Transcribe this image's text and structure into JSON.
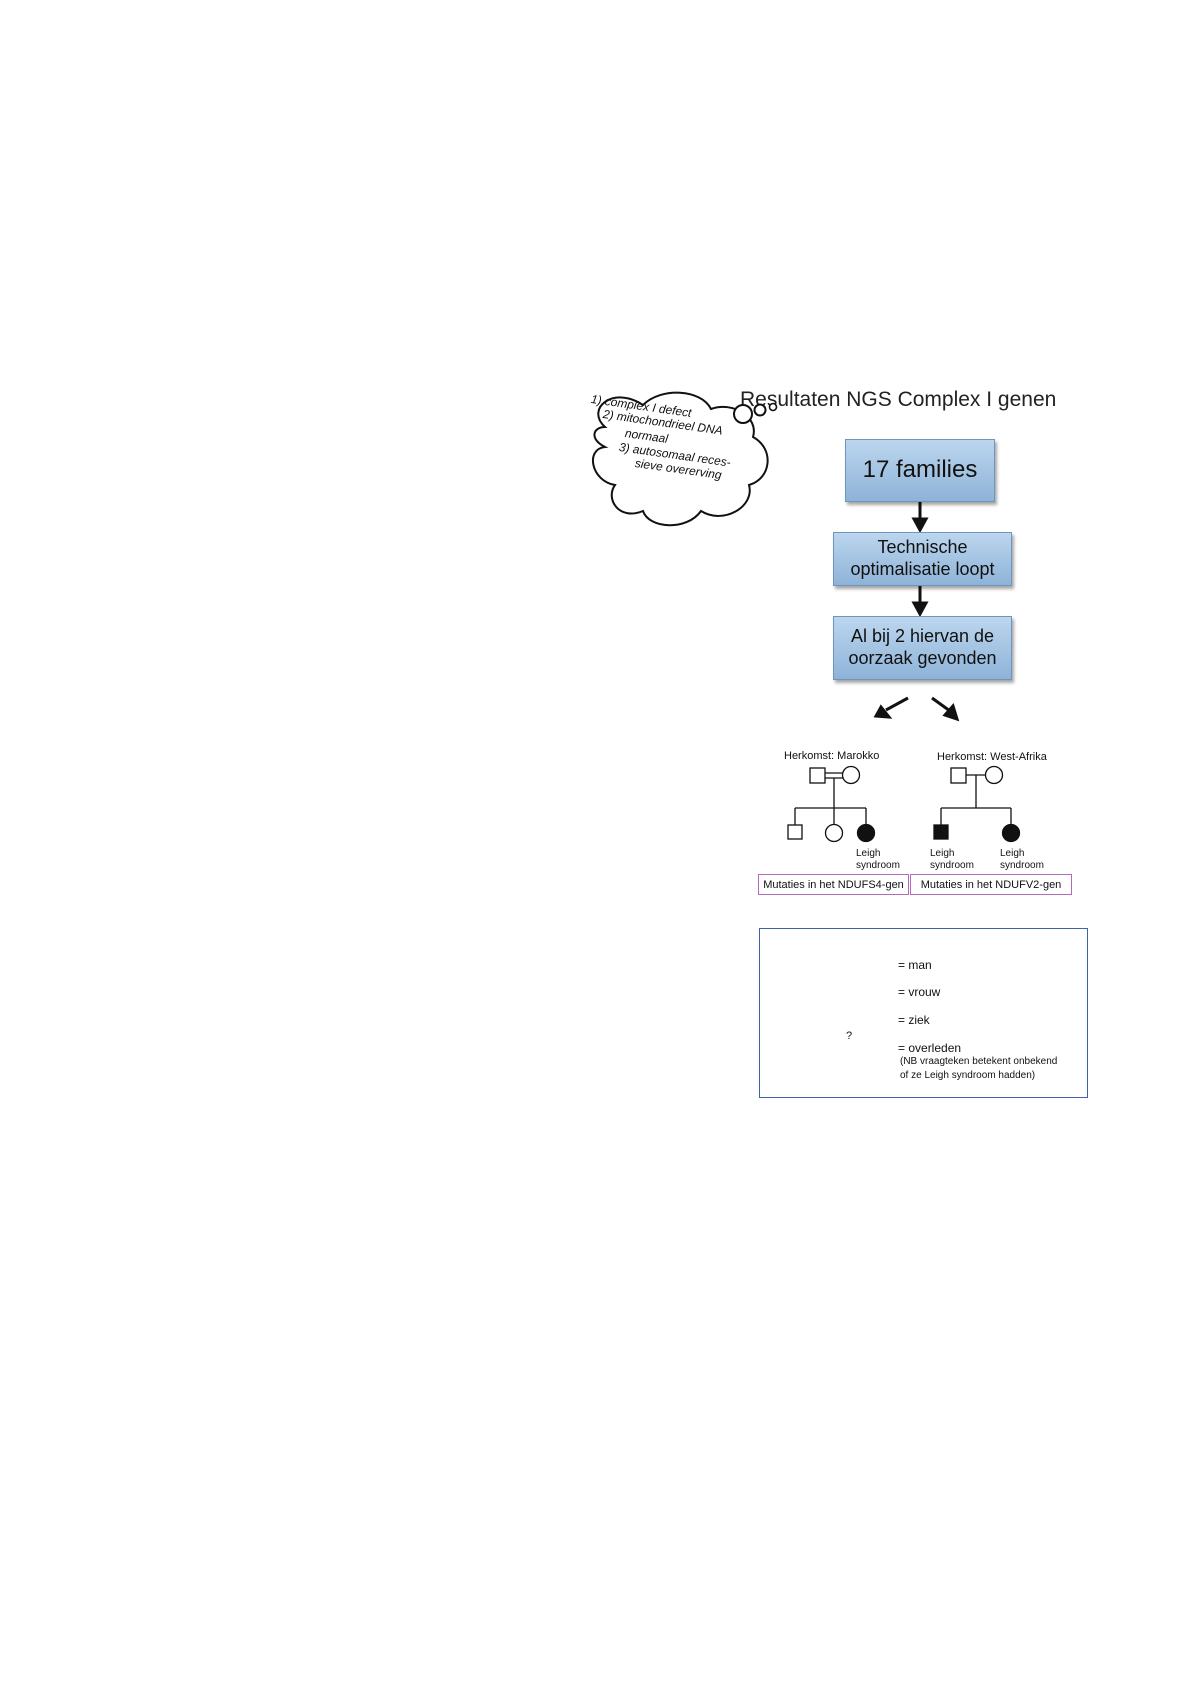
{
  "figure": {
    "title": "Resultaten NGS Complex I genen",
    "cloud": {
      "lines": [
        "1) complex I defect",
        "2) mitochondrieel DNA",
        "normaal",
        "3) autosomaal reces-",
        "sieve overerving"
      ]
    },
    "flow": {
      "box1": "17 families",
      "box2_line1": "Technische",
      "box2_line2": "optimalisatie loopt",
      "box3_line1": "Al bij 2 hiervan de",
      "box3_line2": "oorzaak gevonden"
    },
    "pedigree_left": {
      "origin": "Herkomst: Marokko",
      "affected_label_line1": "Leigh",
      "affected_label_line2": "syndroom",
      "gene": "Mutaties in het NDUFS4-gen"
    },
    "pedigree_right": {
      "origin": "Herkomst: West-Afrika",
      "affected1_line1": "Leigh",
      "affected1_line2": "syndroom",
      "affected2_line1": "Leigh",
      "affected2_line2": "syndroom",
      "gene": "Mutaties in het NDUFV2-gen"
    },
    "legend": {
      "man": "= man",
      "woman": "= vrouw",
      "sick": "= ziek",
      "deceased": "= overleden",
      "note_line1": "(NB vraagteken betekent onbekend",
      "note_line2": "of ze Leigh syndroom hadden)",
      "unknown_mark": "?"
    },
    "colors": {
      "box_fill_top": "#bcd6ee",
      "box_fill_bottom": "#8eb3d8",
      "gene_border": "#b36ab8",
      "legend_border": "#3d64a8"
    }
  }
}
